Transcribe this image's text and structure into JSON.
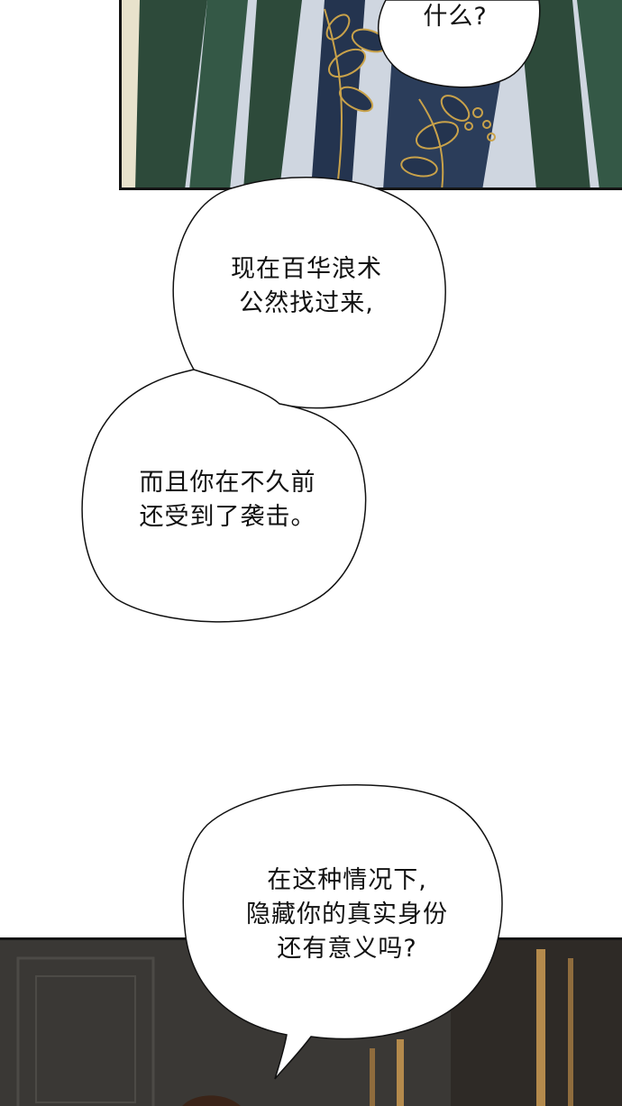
{
  "bubbles": [
    {
      "lines": [
        "什么?"
      ]
    },
    {
      "lines": [
        "现在百华浪术",
        "公然找过来,"
      ]
    },
    {
      "lines": [
        "而且你在不久前",
        "还受到了袭击。"
      ]
    },
    {
      "lines": [
        "在这种情况下,",
        "隐藏你的真实身份",
        "还有意义吗?"
      ]
    }
  ],
  "colors": {
    "curtain_green": "#2d4a3a",
    "flower_navy": "#24344f",
    "gold_trim": "#c9a24a",
    "wall_dark": "#3a3835",
    "gold_stripe": "#b48a4c"
  }
}
